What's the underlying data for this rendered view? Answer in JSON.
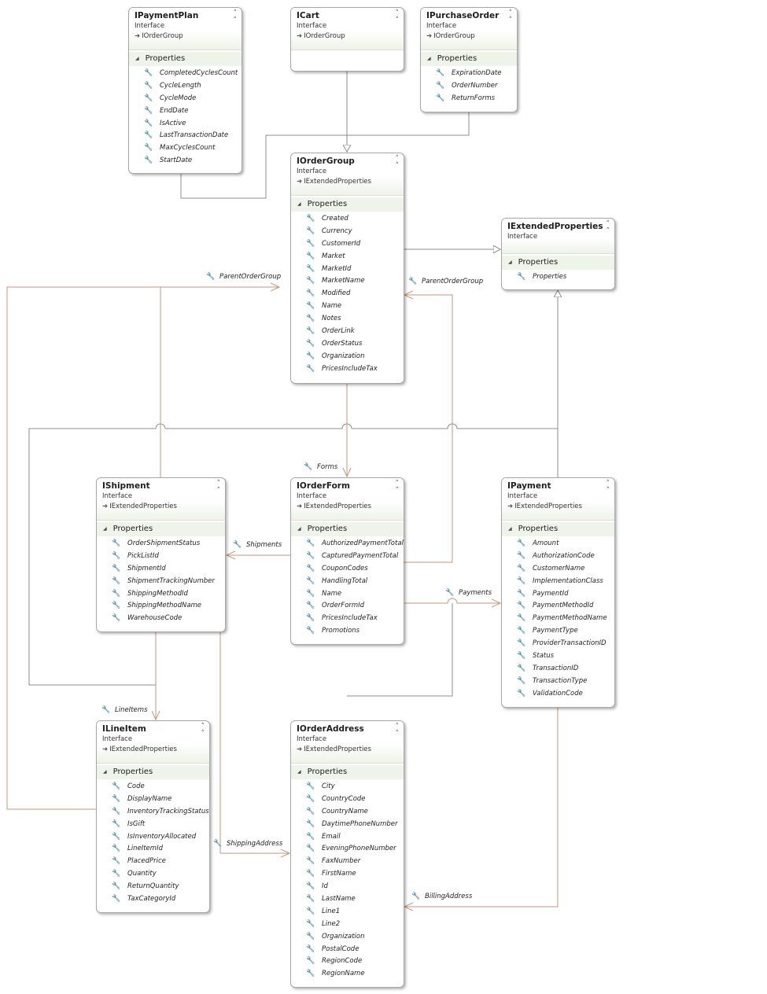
{
  "boxes": [
    {
      "id": "ipaymentplan",
      "title": "IPaymentPlan",
      "kind": "Interface",
      "inherits": "IOrderGroup",
      "section": "Properties",
      "props": [
        "CompletedCyclesCount",
        "CycleLength",
        "CycleMode",
        "EndDate",
        "IsActive",
        "LastTransactionDate",
        "MaxCyclesCount",
        "StartDate"
      ]
    },
    {
      "id": "icart",
      "title": "ICart",
      "kind": "Interface",
      "inherits": "IOrderGroup",
      "section": "",
      "props": []
    },
    {
      "id": "ipurchaseorder",
      "title": "IPurchaseOrder",
      "kind": "Interface",
      "inherits": "IOrderGroup",
      "section": "Properties",
      "props": [
        "ExpirationDate",
        "OrderNumber",
        "ReturnForms"
      ]
    },
    {
      "id": "iordergroup",
      "title": "IOrderGroup",
      "kind": "Interface",
      "inherits": "IExtendedProperties",
      "section": "Properties",
      "props": [
        "Created",
        "Currency",
        "CustomerId",
        "Market",
        "MarketId",
        "MarketName",
        "Modified",
        "Name",
        "Notes",
        "OrderLink",
        "OrderStatus",
        "Organization",
        "PricesIncludeTax"
      ]
    },
    {
      "id": "iextendedproperties",
      "title": "IExtendedProperties",
      "kind": "Interface",
      "inherits": "",
      "section": "Properties",
      "props": [
        "Properties"
      ]
    },
    {
      "id": "ishipment",
      "title": "IShipment",
      "kind": "Interface",
      "inherits": "IExtendedProperties",
      "section": "Properties",
      "props": [
        "OrderShipmentStatus",
        "PickListId",
        "ShipmentId",
        "ShipmentTrackingNumber",
        "ShippingMethodId",
        "ShippingMethodName",
        "WarehouseCode"
      ]
    },
    {
      "id": "iorderform",
      "title": "IOrderForm",
      "kind": "Interface",
      "inherits": "IExtendedProperties",
      "section": "Properties",
      "props": [
        "AuthorizedPaymentTotal",
        "CapturedPaymentTotal",
        "CouponCodes",
        "HandlingTotal",
        "Name",
        "OrderFormId",
        "PricesIncludeTax",
        "Promotions"
      ]
    },
    {
      "id": "ipayment",
      "title": "IPayment",
      "kind": "Interface",
      "inherits": "IExtendedProperties",
      "section": "Properties",
      "props": [
        "Amount",
        "AuthorizationCode",
        "CustomerName",
        "ImplementationClass",
        "PaymentId",
        "PaymentMethodId",
        "PaymentMethodName",
        "PaymentType",
        "ProviderTransactionID",
        "Status",
        "TransactionID",
        "TransactionType",
        "ValidationCode"
      ]
    },
    {
      "id": "ilineitem",
      "title": "ILineItem",
      "kind": "Interface",
      "inherits": "IExtendedProperties",
      "section": "Properties",
      "props": [
        "Code",
        "DisplayName",
        "InventoryTrackingStatus",
        "IsGift",
        "IsInventoryAllocated",
        "LineItemId",
        "PlacedPrice",
        "Quantity",
        "ReturnQuantity",
        "TaxCategoryId"
      ]
    },
    {
      "id": "iorderaddress",
      "title": "IOrderAddress",
      "kind": "Interface",
      "inherits": "IExtendedProperties",
      "section": "Properties",
      "props": [
        "City",
        "CountryCode",
        "CountryName",
        "DaytimePhoneNumber",
        "Email",
        "EveningPhoneNumber",
        "FaxNumber",
        "FirstName",
        "Id",
        "LastName",
        "Line1",
        "Line2",
        "Organization",
        "PostalCode",
        "RegionCode",
        "RegionName"
      ]
    }
  ],
  "labels": {
    "parent_order_group_left": "ParentOrderGroup",
    "parent_order_group_right": "ParentOrderGroup",
    "forms": "Forms",
    "shipments": "Shipments",
    "payments": "Payments",
    "line_items": "LineItems",
    "shipping_address": "ShippingAddress",
    "billing_address": "BillingAddress"
  },
  "colors": {
    "inheritance_line": "#8c8c8c",
    "association_line": "#c8967a",
    "section_band": "#eef4e9"
  },
  "icons": {
    "property": "wrench-icon",
    "collapse": "double-chevron-up-icon",
    "inherits": "arrow-right-icon",
    "expand": "triangle-down-icon"
  }
}
